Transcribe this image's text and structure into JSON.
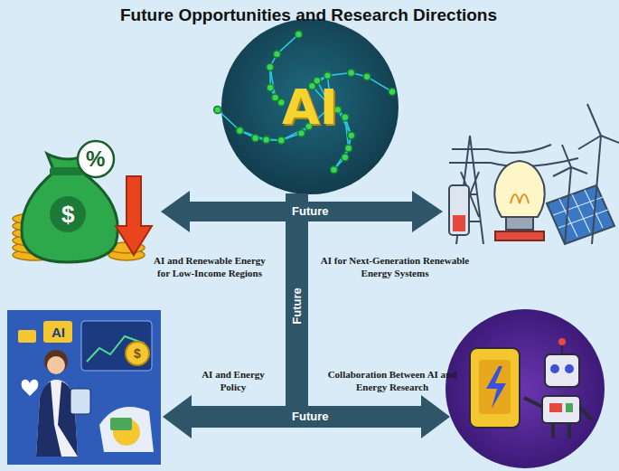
{
  "diagram": {
    "title": "Future Opportunities and Research Directions",
    "nodes": [
      {
        "text": [
          "AI"
        ]
      }
    ],
    "labels": [
      "Future",
      "Future",
      "Future",
      "AI and Renewable Energy for Low-Income Regions",
      "AI for Next-Generation Renewable Energy Systems",
      "AI and Energy Policy",
      "Collaboration Between AI and Energy Research",
      "%",
      "$",
      "AI",
      "$"
    ]
  }
}
